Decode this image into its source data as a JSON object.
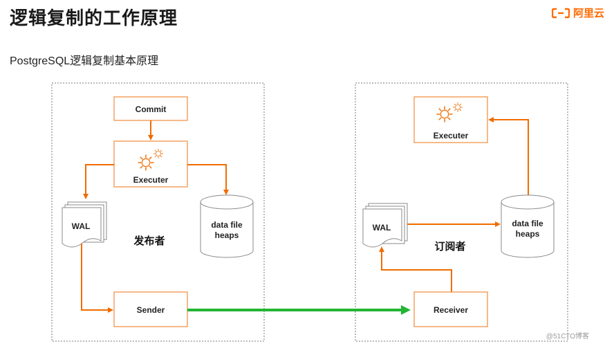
{
  "header": {
    "title": "逻辑复制的工作原理",
    "subtitle": "PostgreSQL逻辑复制基本原理",
    "brand_name": "阿里云"
  },
  "diagram": {
    "publisher": {
      "label": "发布者",
      "commit": "Commit",
      "executer": "Executer",
      "wal": "WAL",
      "heaps_line1": "data file",
      "heaps_line2": "heaps",
      "sender": "Sender"
    },
    "subscriber": {
      "label": "订阅者",
      "executer": "Executer",
      "wal": "WAL",
      "heaps_line1": "data file",
      "heaps_line2": "heaps",
      "receiver": "Receiver"
    }
  },
  "watermark": "@51CTO博客",
  "colors": {
    "accent": "#ff6a00",
    "arrow": "#ef6c00",
    "stream": "#22b534",
    "box_border": "#ef8a3a"
  },
  "icons": [
    "gear-icon",
    "cloud-logo-icon"
  ]
}
